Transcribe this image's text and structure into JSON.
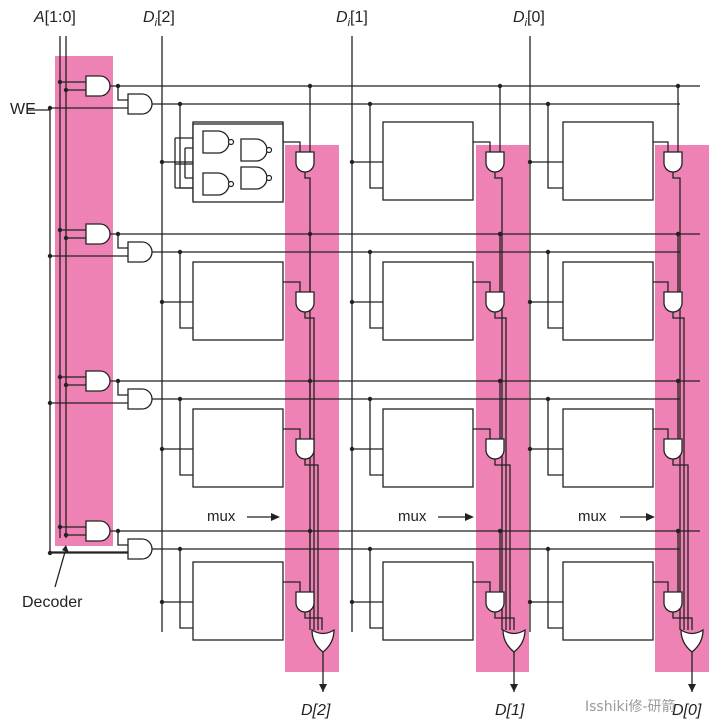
{
  "labels": {
    "address": "A[1:0]",
    "write_enable": "WE",
    "data_in": [
      "D",
      "i",
      "[2]",
      "D",
      "i",
      "[1]",
      "D",
      "i",
      "[0]"
    ],
    "decoder": "Decoder",
    "mux": "mux",
    "data_out": [
      "D[2]",
      "D[1]",
      "D[0]"
    ],
    "watermark": "Isshiki修-研箭"
  },
  "colors": {
    "highlight": "#ee82b4",
    "wire": "#222222"
  },
  "structure": {
    "rows": 4,
    "columns": 3
  }
}
